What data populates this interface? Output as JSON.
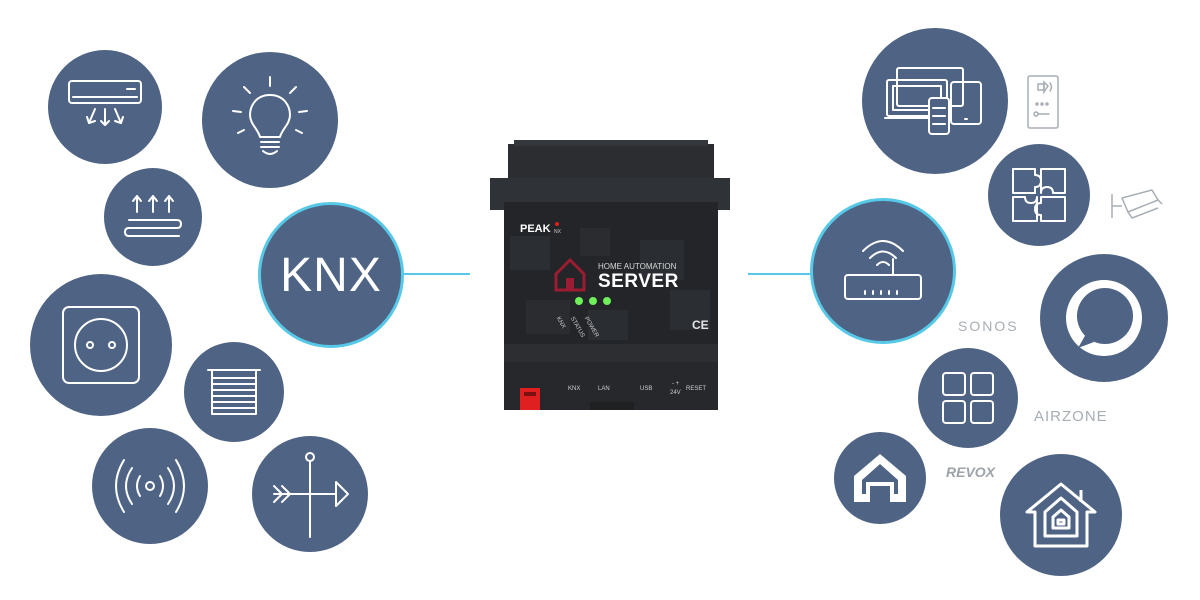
{
  "hub_left": {
    "label": "KNX"
  },
  "device": {
    "brand": "PEAK",
    "brand_sub": "NX",
    "title_top": "HOME AUTOMATION",
    "title_main": "SERVER",
    "leds": [
      "KNX",
      "STATUS",
      "POWER"
    ],
    "ce_mark": "CE",
    "ports": [
      "KNX",
      "LAN",
      "USB",
      "- +",
      "24V",
      "RESET"
    ]
  },
  "brands": {
    "sonos": "SONOS",
    "airzone": "AIRZONE",
    "revox": "REVOX"
  },
  "colors": {
    "circle": "#4f6484",
    "accent": "#56c8e8",
    "device": "#26282b",
    "led": "#6ef05a",
    "logo_red": "#9b1c33",
    "port_red": "#e02020"
  },
  "icons_left": [
    "air-conditioner-icon",
    "light-bulb-icon",
    "floor-heating-icon",
    "power-socket-icon",
    "window-blind-icon",
    "sensor-icon",
    "weather-vane-icon"
  ],
  "icons_right": [
    "devices-icon",
    "intercom-icon",
    "puzzle-icon",
    "security-camera-icon",
    "alexa-icon",
    "tiles-app-icon",
    "home-logo-icon",
    "apple-home-icon"
  ]
}
